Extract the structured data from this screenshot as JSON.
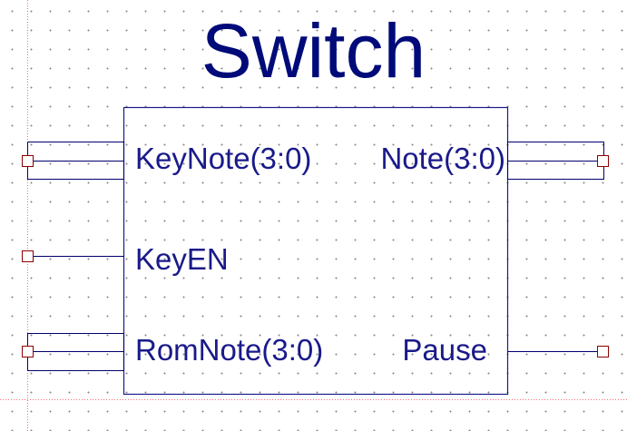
{
  "symbol": {
    "title": "Switch",
    "inputs": [
      {
        "id": "keynote",
        "label": "KeyNote(3:0)",
        "bus": true
      },
      {
        "id": "keyen",
        "label": "KeyEN",
        "bus": false
      },
      {
        "id": "romnote",
        "label": "RomNote(3:0)",
        "bus": true
      }
    ],
    "outputs": [
      {
        "id": "note",
        "label": "Note(3:0)",
        "bus": true
      },
      {
        "id": "pause",
        "label": "Pause",
        "bus": false
      }
    ]
  },
  "colors": {
    "body_stroke": "#1a1a8a",
    "pin_stroke": "#00006e",
    "pin_end": "#8b0000",
    "guide_line": "#ff6b6b",
    "grid_dot": "#8a8a8a",
    "title_text": "#000a78",
    "label_text": "#1a1a8a"
  }
}
